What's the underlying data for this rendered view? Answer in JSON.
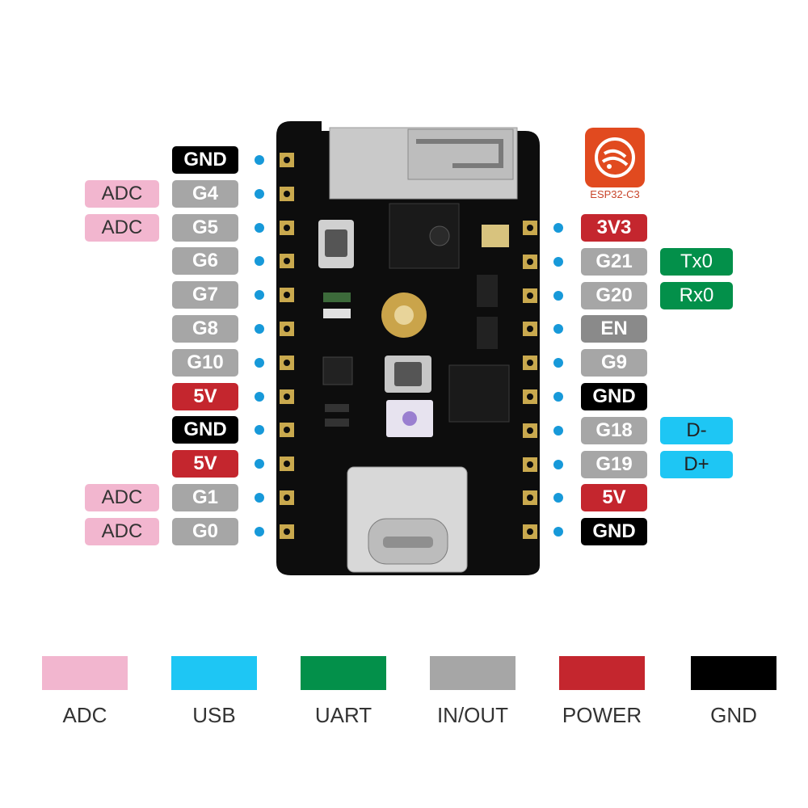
{
  "module_name": "ESP32-C3",
  "left_pins": [
    {
      "label": "GND",
      "kind": "gnd",
      "extra": null
    },
    {
      "label": "G4",
      "kind": "gpio",
      "extra": "ADC"
    },
    {
      "label": "G5",
      "kind": "gpio",
      "extra": "ADC"
    },
    {
      "label": "G6",
      "kind": "gpio",
      "extra": null
    },
    {
      "label": "G7",
      "kind": "gpio",
      "extra": null
    },
    {
      "label": "G8",
      "kind": "gpio",
      "extra": null
    },
    {
      "label": "G10",
      "kind": "gpio",
      "extra": null
    },
    {
      "label": "5V",
      "kind": "power",
      "extra": null
    },
    {
      "label": "GND",
      "kind": "gnd",
      "extra": null
    },
    {
      "label": "5V",
      "kind": "power",
      "extra": null
    },
    {
      "label": "G1",
      "kind": "gpio",
      "extra": "ADC"
    },
    {
      "label": "G0",
      "kind": "gpio",
      "extra": "ADC"
    }
  ],
  "right_pins": [
    {
      "label": "3V3",
      "kind": "power",
      "extra": null
    },
    {
      "label": "G21",
      "kind": "gpio",
      "extra": "Tx0"
    },
    {
      "label": "G20",
      "kind": "gpio",
      "extra": "Rx0"
    },
    {
      "label": "EN",
      "kind": "en",
      "extra": null
    },
    {
      "label": "G9",
      "kind": "gpio",
      "extra": null
    },
    {
      "label": "GND",
      "kind": "gnd",
      "extra": null
    },
    {
      "label": "G18",
      "kind": "gpio",
      "extra": "D-"
    },
    {
      "label": "G19",
      "kind": "gpio",
      "extra": "D+"
    },
    {
      "label": "5V",
      "kind": "power",
      "extra": null
    },
    {
      "label": "GND",
      "kind": "gnd",
      "extra": null
    }
  ],
  "legend": [
    {
      "label": "ADC",
      "color": "#f2b6cf"
    },
    {
      "label": "USB",
      "color": "#1ec6f4"
    },
    {
      "label": "UART",
      "color": "#03904a"
    },
    {
      "label": "IN/OUT",
      "color": "#a6a6a6"
    },
    {
      "label": "POWER",
      "color": "#c4262e"
    },
    {
      "label": "GND",
      "color": "#000000"
    }
  ],
  "colors": {
    "adc": "#f2b6cf",
    "usb": "#1ec6f4",
    "uart": "#03904a",
    "gpio": "#a6a6a6",
    "power": "#c4262e",
    "gnd": "#000000",
    "en": "#8a8a8a",
    "pin_dot": "#1799d9",
    "logo": "#e14a1f"
  }
}
